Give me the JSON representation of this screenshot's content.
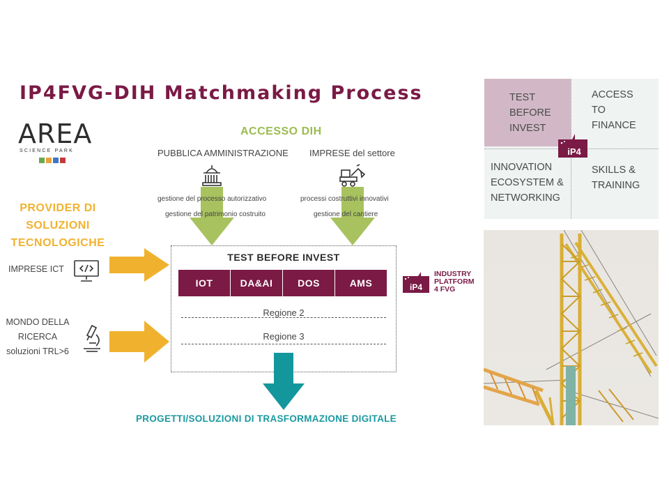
{
  "title": "IP4FVG-DIH Matchmaking Process",
  "logo": {
    "name": "AREA",
    "subtitle": "SCIENCE PARK",
    "square_colors": [
      "#6aa84f",
      "#e8a33d",
      "#3b78c3",
      "#c23b3b"
    ]
  },
  "accesso": {
    "heading": "ACCESSO DIH",
    "left": {
      "label": "PUBBLICA AMMINISTRAZIONE",
      "icon": "government-building-icon",
      "line1": "gestione del processo autorizzativo",
      "line2": "gestione del patrimonio costruito"
    },
    "right": {
      "label": "IMPRESE del settore",
      "icon": "construction-vehicle-icon",
      "line1": "processi costruttivi innovativi",
      "line2": "gestione del cantiere"
    }
  },
  "provider": {
    "heading_line1": "PROVIDER DI",
    "heading_line2": "SOLUZIONI",
    "heading_line3": "TECNOLOGICHE",
    "ict_label": "IMPRESE ICT",
    "ict_icon": "code-monitor-icon",
    "research_line1": "MONDO DELLA",
    "research_line2": "RICERCA",
    "research_line3": "soluzioni TRL>6",
    "research_icon": "microscope-icon"
  },
  "test_before_invest": {
    "title": "TEST BEFORE INVEST",
    "cells": [
      "IOT",
      "DA&AI",
      "DOS",
      "AMS"
    ],
    "regione2": "Regione 2",
    "regione3": "Regione 3"
  },
  "output_label": "PROGETTI/SOLUZIONI DI TRASFORMAZIONE DIGITALE",
  "ip4_platform": {
    "badge": "iP4",
    "line1": "INDUSTRY",
    "line2": "PLATFORM",
    "line3": "4 FVG"
  },
  "services": {
    "tbi": [
      "TEST",
      "BEFORE",
      "INVEST"
    ],
    "finance": [
      "ACCESS",
      "TO",
      "FINANCE"
    ],
    "innovation": [
      "INNOVATION",
      "ECOSYSTEM &",
      "NETWORKING"
    ],
    "skills": [
      "SKILLS &",
      "TRAINING"
    ],
    "center_badge": "iP4"
  },
  "colors": {
    "brand_purple": "#7a1a45",
    "green_arrow": "#a8c25f",
    "yellow_arrow": "#f0b22e",
    "teal_arrow": "#14979c",
    "service_highlight": "#d2b8c6",
    "service_bg": "#eff3f2"
  }
}
